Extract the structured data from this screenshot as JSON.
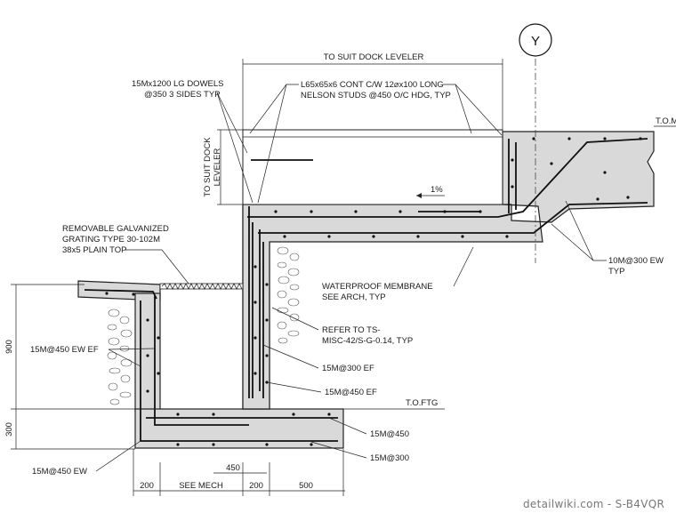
{
  "grid_bubble": "Y",
  "top_of_material": "T.O.M",
  "top_of_footing": "T.O.FTG",
  "slope": "1%",
  "dimensions": {
    "to_suit_dock_leveler_top": "TO SUIT DOCK LEVELER",
    "to_suit_dock_leveler_side": "TO SUIT DOCK LEVELER",
    "d900": "900",
    "d300": "300",
    "d450": "450",
    "d200a": "200",
    "see_mech": "SEE MECH",
    "d200b": "200",
    "d500": "500"
  },
  "notes": {
    "dowels": [
      "15Mx1200 LG DOWELS",
      "@350 3 SIDES TYP"
    ],
    "angle": [
      "L65x65x6 CONT C/W 12⌀x100 LONG",
      "NELSON STUDS @450 O/C HDG, TYP"
    ],
    "grating": [
      "REMOVABLE GALVANIZED",
      "GRATING TYPE 30-102M",
      "38x5 PLAIN TOP"
    ],
    "membrane": [
      "WATERPROOF MEMBRANE",
      "SEE ARCH, TYP"
    ],
    "refer": [
      "REFER TO TS-",
      "MISC-42/S-G-0.14, TYP"
    ],
    "rebar_10m": [
      "10M@300 EW",
      "TYP"
    ],
    "wall_ef_left": "15M@450 EW EF",
    "wall_300_ef": "15M@300 EF",
    "wall_450_ef": "15M@450 EF",
    "ftg_top": "15M@450",
    "ftg_bot": "15M@300",
    "ftg_ew": "15M@450 EW"
  },
  "watermark": "detailwiki.com - S-B4VQR"
}
